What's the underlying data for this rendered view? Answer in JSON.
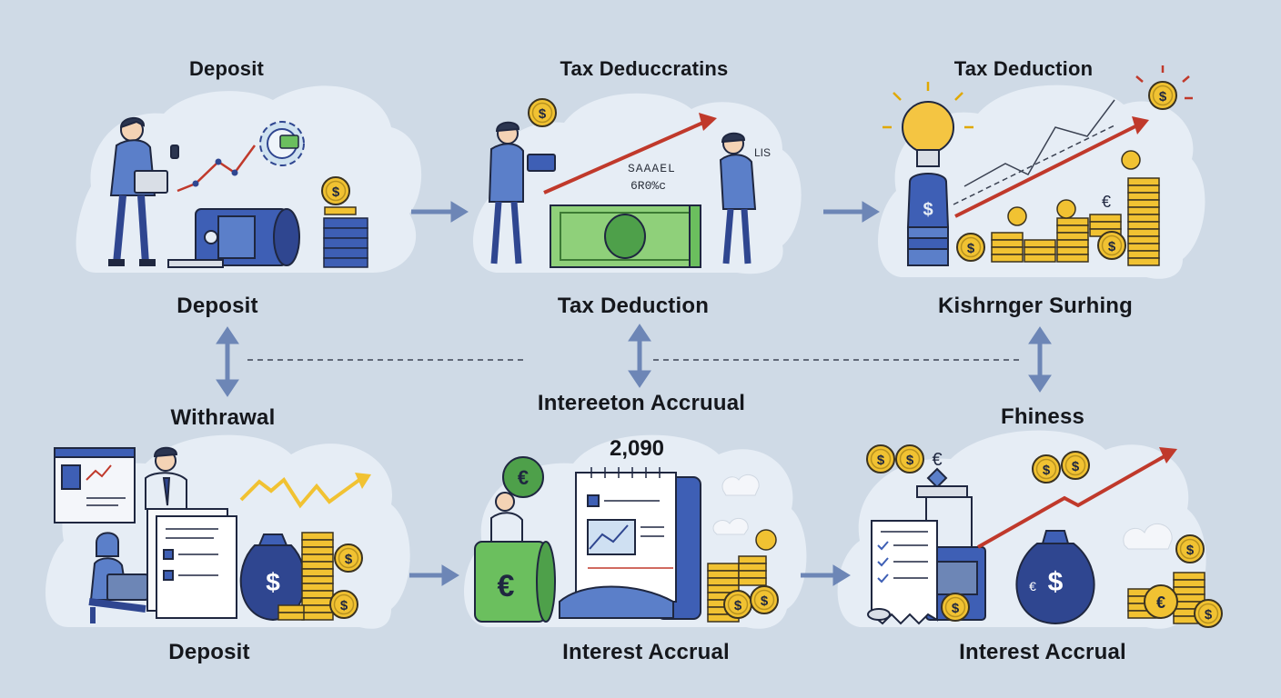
{
  "labels": {
    "top_left_title": "Deposit",
    "top_mid_title": "Tax Deduccratins",
    "top_right_title": "Tax Deduction",
    "top_left_caption": "Deposit",
    "top_mid_caption": "Tax Deduction",
    "top_right_caption": "Kishrnger Surhing",
    "bottom_left_title": "Withrawal",
    "bottom_mid_title": "Intereeton Accruual",
    "bottom_right_title": "Fhiness",
    "bottom_left_caption": "Deposit",
    "bottom_mid_caption": "Interest Accrual",
    "bottom_right_caption": "Interest Accrual",
    "bottom_mid_amount": "2,090"
  },
  "illustration_text": {
    "bill_line1": "SAAAEL",
    "bill_line2": "6R0%c",
    "person_tag": "LIS"
  },
  "symbols": {
    "dollar": "$",
    "euro": "€"
  },
  "colors": {
    "background": "#cfdae6",
    "cloud": "#e6edf5",
    "arrow_blue": "#6d86b6",
    "trend_red": "#c0392b",
    "coin_gold": "#f1c232",
    "navy": "#2f4690",
    "money_green": "#6bbf5e",
    "shirt_blue": "#5b7fc9"
  }
}
